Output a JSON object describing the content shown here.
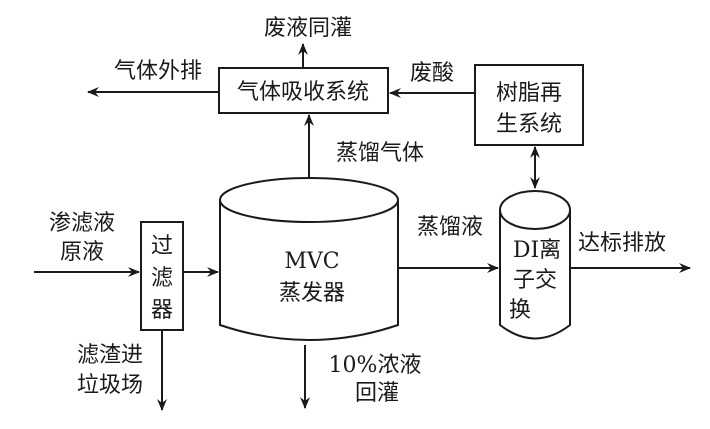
{
  "diagram": {
    "type": "process-flow",
    "nodes": {
      "gas_absorption": {
        "label": "气体吸收系统"
      },
      "resin_regen": {
        "label_lines": [
          "树脂再",
          "生系统"
        ]
      },
      "filter": {
        "label_lines": [
          "过",
          "滤",
          "器"
        ]
      },
      "mvc_evaporator": {
        "label_lines": [
          "MVC",
          "蒸发器"
        ]
      },
      "di_exchange": {
        "label_lines": [
          "DI离",
          "子交",
          "换"
        ]
      }
    },
    "edge_labels": {
      "waste_liquid_reinjection": "废液同灌",
      "gas_exhaust": "气体外排",
      "waste_acid": "废酸",
      "distilled_gas": "蒸馏气体",
      "raw_leachate": [
        "渗滤液",
        "原液"
      ],
      "distillate": "蒸馏液",
      "discharge_standard": "达标排放",
      "filter_residue": [
        "滤渣进",
        "垃圾场"
      ],
      "concentrate_reinjection": [
        "10%浓液",
        "回灌"
      ]
    },
    "edges": [
      {
        "from": "raw_leachate",
        "to": "filter"
      },
      {
        "from": "filter",
        "to": "mvc_evaporator"
      },
      {
        "from": "filter",
        "to": "filter_residue"
      },
      {
        "from": "mvc_evaporator",
        "to": "gas_absorption",
        "label": "蒸馏气体"
      },
      {
        "from": "mvc_evaporator",
        "to": "di_exchange",
        "label": "蒸馏液"
      },
      {
        "from": "mvc_evaporator",
        "to": "concentrate_reinjection"
      },
      {
        "from": "gas_absorption",
        "to": "waste_liquid_reinjection"
      },
      {
        "from": "gas_absorption",
        "to": "gas_exhaust"
      },
      {
        "from": "resin_regen",
        "to": "gas_absorption",
        "label": "废酸"
      },
      {
        "from": "resin_regen",
        "to": "di_exchange",
        "bidirectional": true
      },
      {
        "from": "di_exchange",
        "to": "discharge_standard"
      }
    ]
  }
}
